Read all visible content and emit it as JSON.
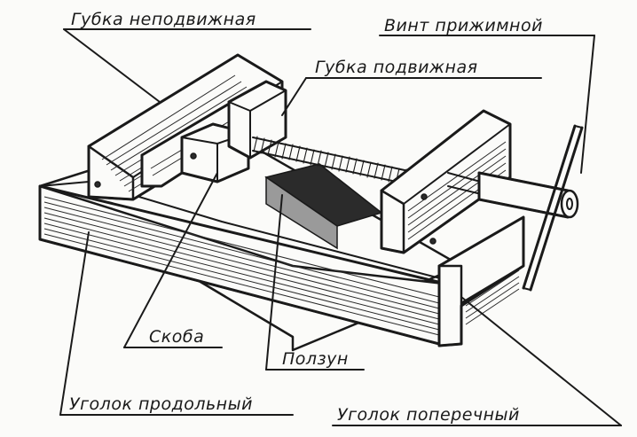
{
  "labels": {
    "fixed_jaw": "Губка неподвижная",
    "clamp_screw": "Винт прижимной",
    "movable_jaw": "Губка подвижная",
    "bracket": "Скоба",
    "slider": "Ползун",
    "long_angle": "Уголок продольный",
    "cross_angle": "Уголок поперечный"
  }
}
